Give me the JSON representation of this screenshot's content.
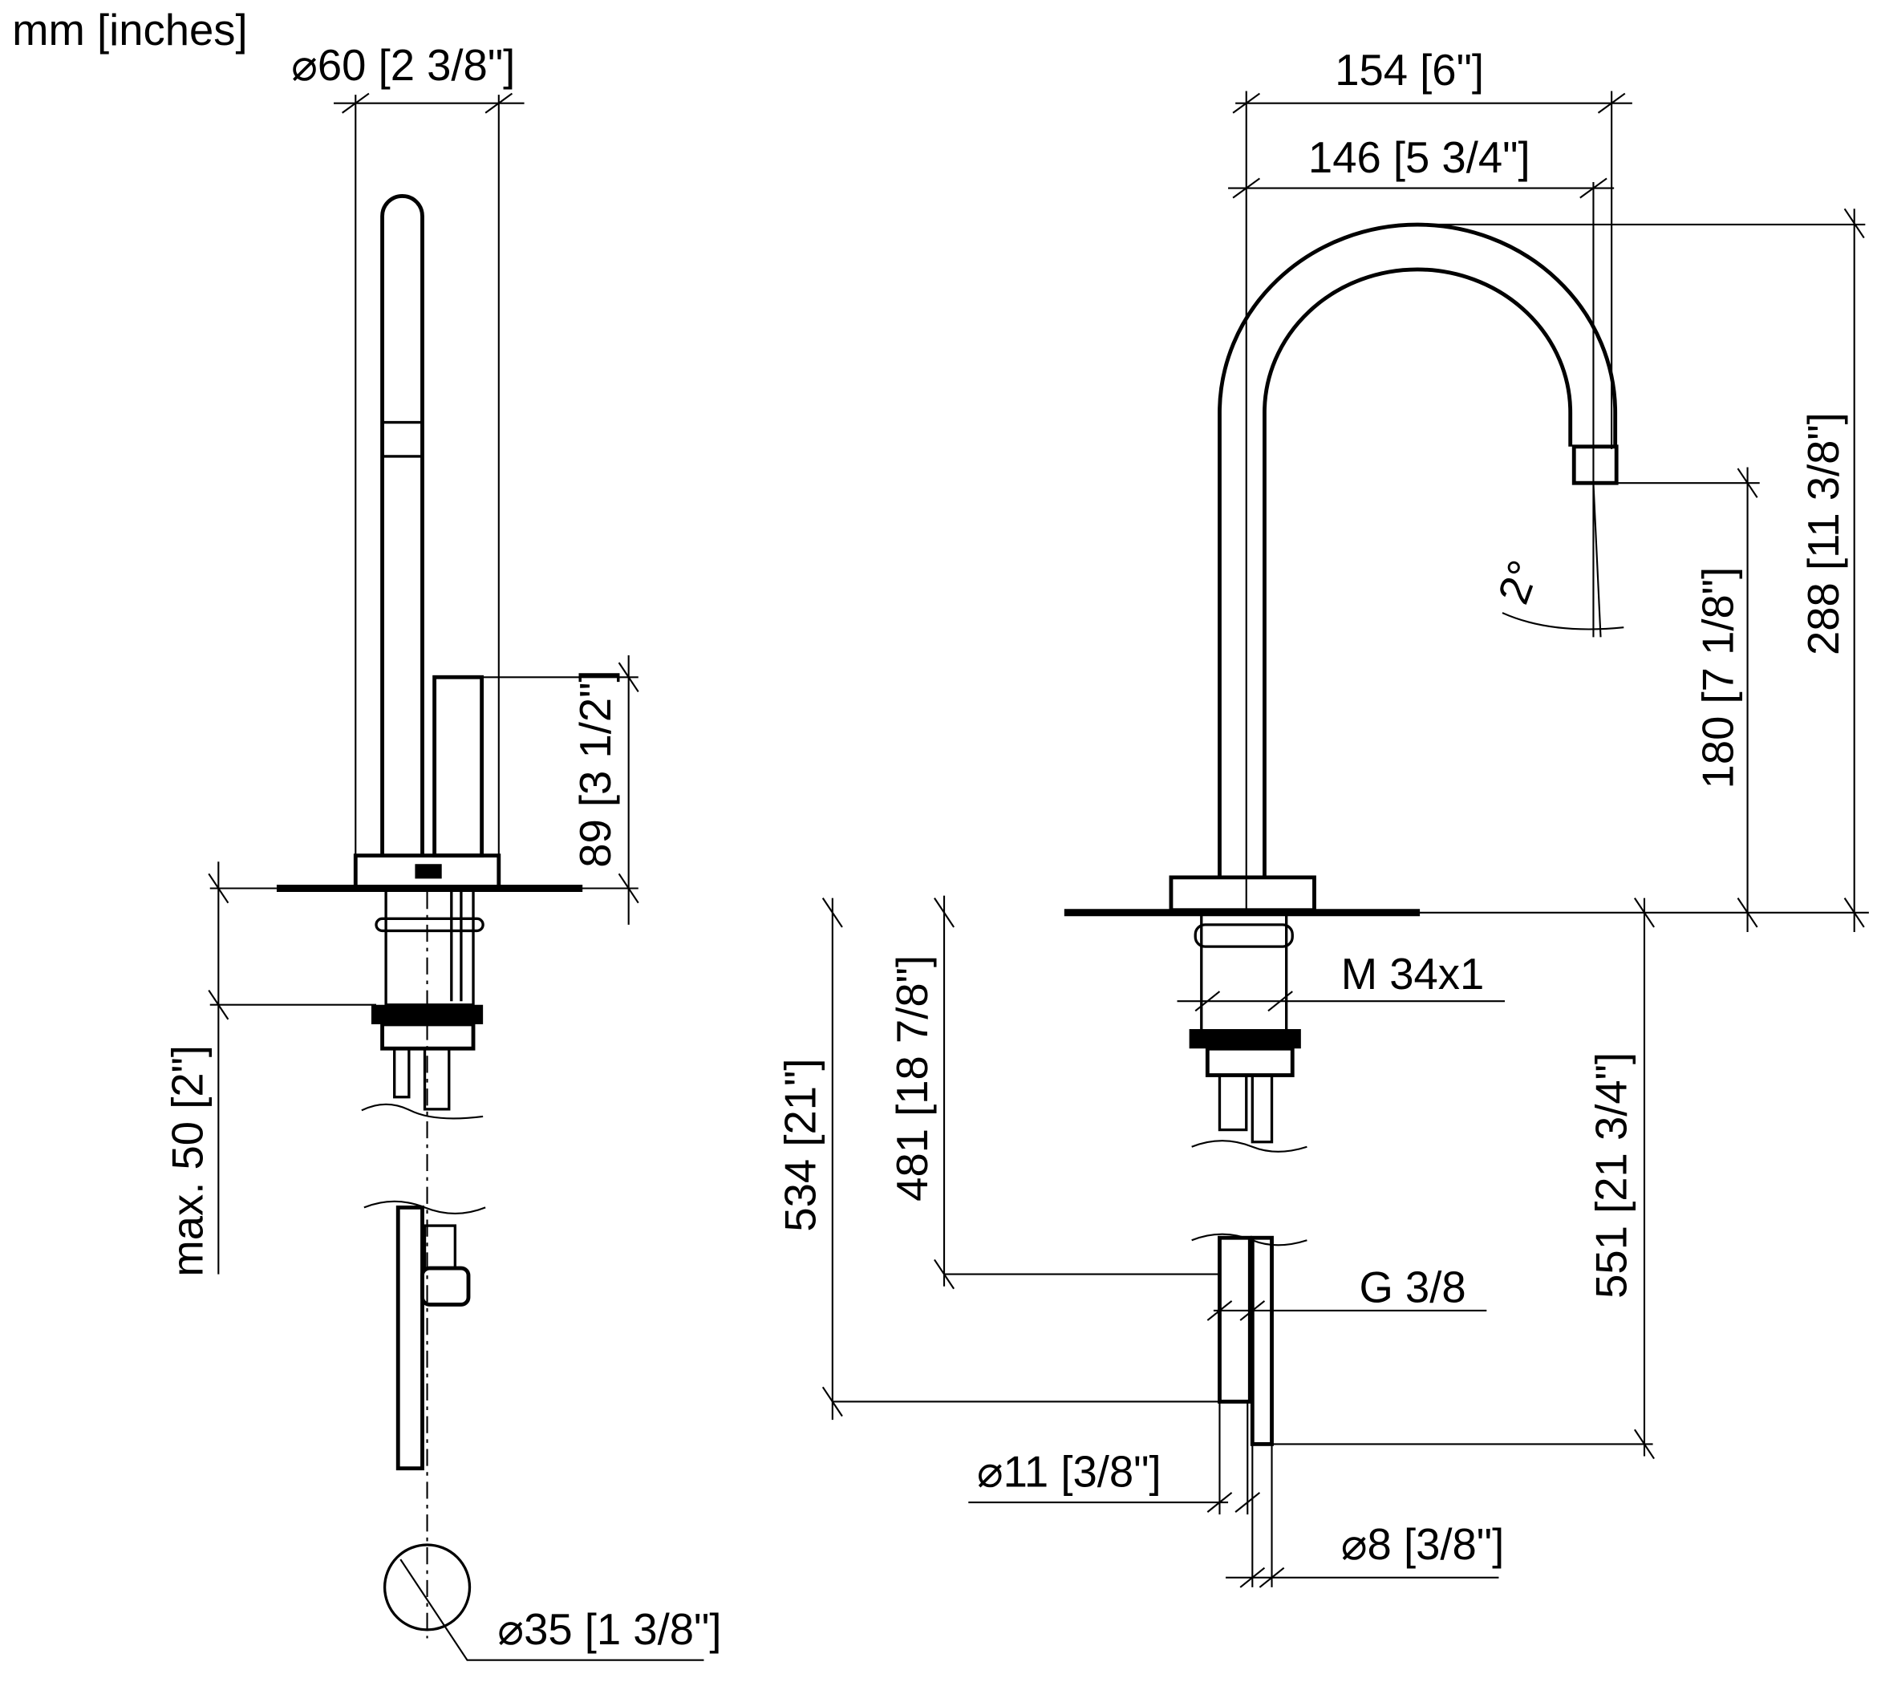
{
  "units_label": "mm [inches]",
  "side_view": {
    "diameter_top": "⌀60 [2 3/8\"]",
    "lever_height": "89 [3 1/2\"]",
    "max_thickness": "max. 50 [2\"]",
    "diameter_hole": "⌀35 [1 3/8\"]"
  },
  "front_view": {
    "width_outer": "154 [6\"]",
    "width_inner": "146 [5 3/4\"]",
    "total_height": "288 [11 3/8\"]",
    "spout_height": "180 [7 1/8\"]",
    "angle": "2°",
    "thread": "M 34x1",
    "connection": "G 3/8",
    "hose_length_534": "534 [21\"]",
    "hose_length_481": "481 [18 7/8\"]",
    "hose_length_551": "551 [21 3/4\"]",
    "diameter_11": "⌀11 [3/8\"]",
    "diameter_8": "⌀8 [3/8\"]"
  }
}
